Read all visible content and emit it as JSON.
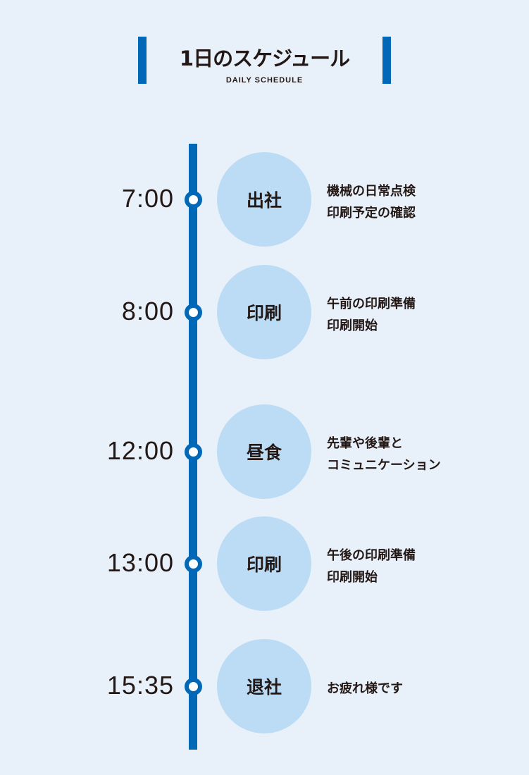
{
  "header": {
    "title": "1日のスケジュール",
    "subtitle": "DAILY SCHEDULE"
  },
  "colors": {
    "background": "#e8f1fa",
    "accent": "#0068b7",
    "circle": "#bbdcf4",
    "text": "#231815"
  },
  "schedule": [
    {
      "time": "7:00",
      "label": "出社",
      "lines": [
        "機械の日常点検",
        "印刷予定の確認"
      ]
    },
    {
      "time": "8:00",
      "label": "印刷",
      "lines": [
        "午前の印刷準備",
        "印刷開始"
      ]
    },
    {
      "time": "12:00",
      "label": "昼食",
      "lines": [
        "先輩や後輩と",
        "コミュニケーション"
      ]
    },
    {
      "time": "13:00",
      "label": "印刷",
      "lines": [
        "午後の印刷準備",
        "印刷開始"
      ]
    },
    {
      "time": "15:35",
      "label": "退社",
      "lines": [
        "お疲れ様です"
      ]
    }
  ]
}
